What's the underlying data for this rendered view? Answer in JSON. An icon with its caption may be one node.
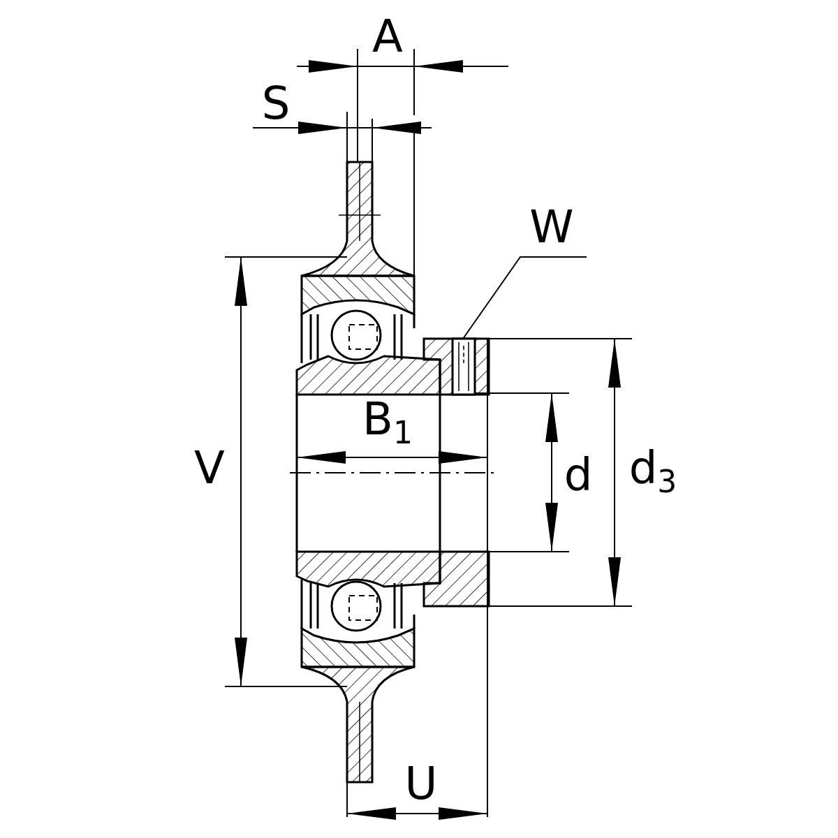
{
  "diagram": {
    "nodes": [
      {
        "text": [
          "W"
        ]
      },
      {
        "text": [],
        "shape": "picture"
      }
    ],
    "edges": [
      {
        "from": 0,
        "to": 1,
        "arrow": "none"
      }
    ],
    "labels": [
      "A",
      "S",
      "V",
      "B$_{1}$",
      "d",
      "d$_{3}$",
      "U"
    ]
  }
}
